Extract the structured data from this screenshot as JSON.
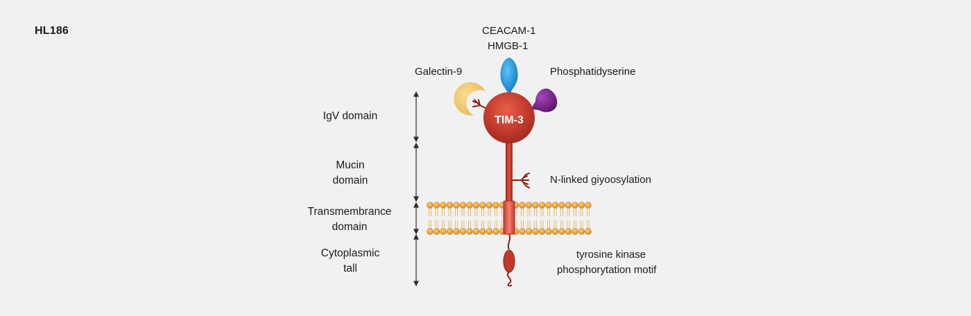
{
  "page_id": "HL186",
  "molecule": {
    "name": "TIM-3"
  },
  "ligands": {
    "top_line1": "CEACAM-1",
    "top_line2": "HMGB-1",
    "left": "Galectin-9",
    "right": "Phosphatidyserine"
  },
  "annotations": {
    "glycosylation": "N-linked giyoosylation",
    "motif_line1": "tyrosine kinase",
    "motif_line2": "phosphorytation motif"
  },
  "domains": [
    {
      "line1": "IgV domain",
      "line2": ""
    },
    {
      "line1": "Mucin",
      "line2": "domain"
    },
    {
      "line1": "Transmembrance",
      "line2": "domain"
    },
    {
      "line1": "Cytoplasmic",
      "line2": "tall"
    }
  ],
  "colors": {
    "background": "#f1f1f1",
    "tim3": "#c0392b",
    "galectin": "#f2c96b",
    "ceacam": "#1d8fd6",
    "phosphatidylserine": "#7a1f8e",
    "membrane_head": "#f0a030",
    "membrane_tail": "#e8b96a"
  }
}
